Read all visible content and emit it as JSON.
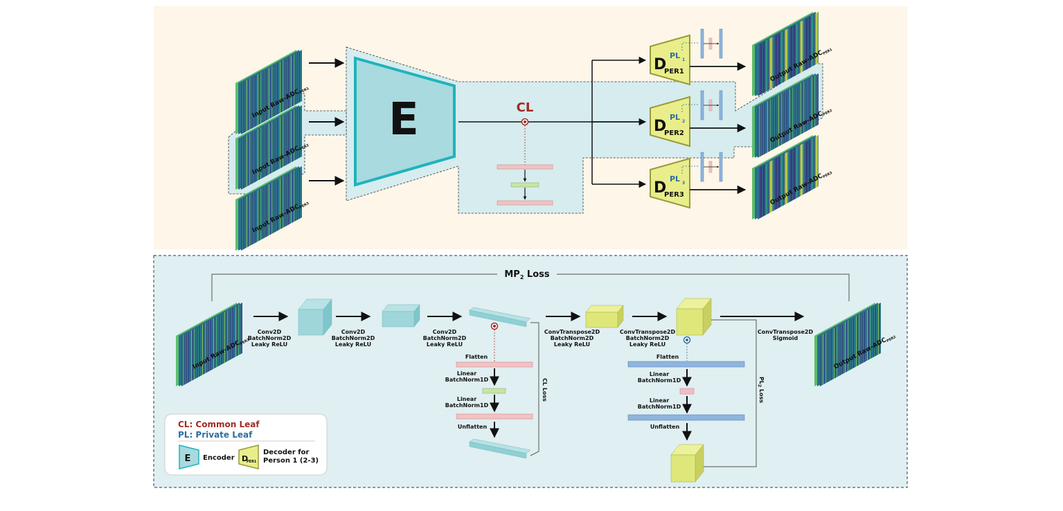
{
  "top": {
    "encoder_letter": "E",
    "cl_label": "CL",
    "input_prefix": "Input Raw-ADC",
    "output_prefix": "Output Raw-ADC",
    "person_subs": [
      "PER1",
      "PER2",
      "PER3"
    ],
    "decoder_letter": "D",
    "pl_letters": "PL",
    "pl_subs": [
      "1",
      "2",
      "3"
    ]
  },
  "bottom": {
    "loss_prefix": "MP",
    "loss_sub": "2",
    "loss_suffix": " Loss",
    "input_prefix": "Input Raw-ADC",
    "input_sub": "PER2",
    "output_prefix": "Output Raw-ADC",
    "output_sub": "PER2",
    "layer_stack": [
      "Conv2D",
      "BatchNorm2D",
      "Leaky ReLU"
    ],
    "deconv_stack": [
      "ConvTranspose2D",
      "BatchNorm2D",
      "Leaky ReLU"
    ],
    "final_stack": [
      "ConvTranspose2D",
      "Sigmoid"
    ],
    "flatten": "Flatten",
    "linear_stack": [
      "Linear",
      "BatchNorm1D"
    ],
    "unflatten": "Unflatten",
    "cl_loss": "CL Loss",
    "pl_loss_prefix": "PL",
    "pl_loss_sub": "2",
    "pl_loss_suffix": " Loss"
  },
  "legend": {
    "cl": "CL: Common Leaf",
    "pl": "PL: Private Leaf",
    "encoder_letter": "E",
    "encoder_label": "Encoder",
    "decoder_letter": "D",
    "decoder_sub": "PER1",
    "decoder_line1": "Decoder for",
    "decoder_line2": "Person 1 (2-3)"
  },
  "colors": {
    "top_bg": "#fdf6e9",
    "bottom_bg": "#e0eff1",
    "encoder_fill": "#a8dadf",
    "encoder_stroke": "#1fb3bd",
    "decoder_fill": "#e9ee8a",
    "decoder_stroke": "#9a9a3a",
    "cl_red": "#a32a22",
    "pl_blue": "#2f6e9a",
    "pink": "#f2c2c4",
    "green": "#c7e5a6",
    "blue_bar": "#8fb5de",
    "teal_box": "#8fd0d4",
    "yellow_box": "#dde77a"
  }
}
